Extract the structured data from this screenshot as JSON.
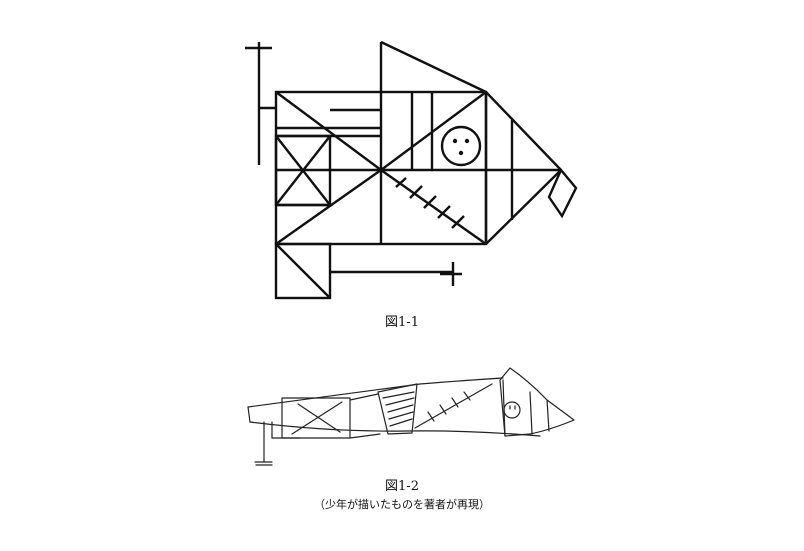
{
  "figures": [
    {
      "caption": "図1-1"
    },
    {
      "caption": "図1-2",
      "note": "（少年が描いたものを著者が再現）"
    }
  ]
}
